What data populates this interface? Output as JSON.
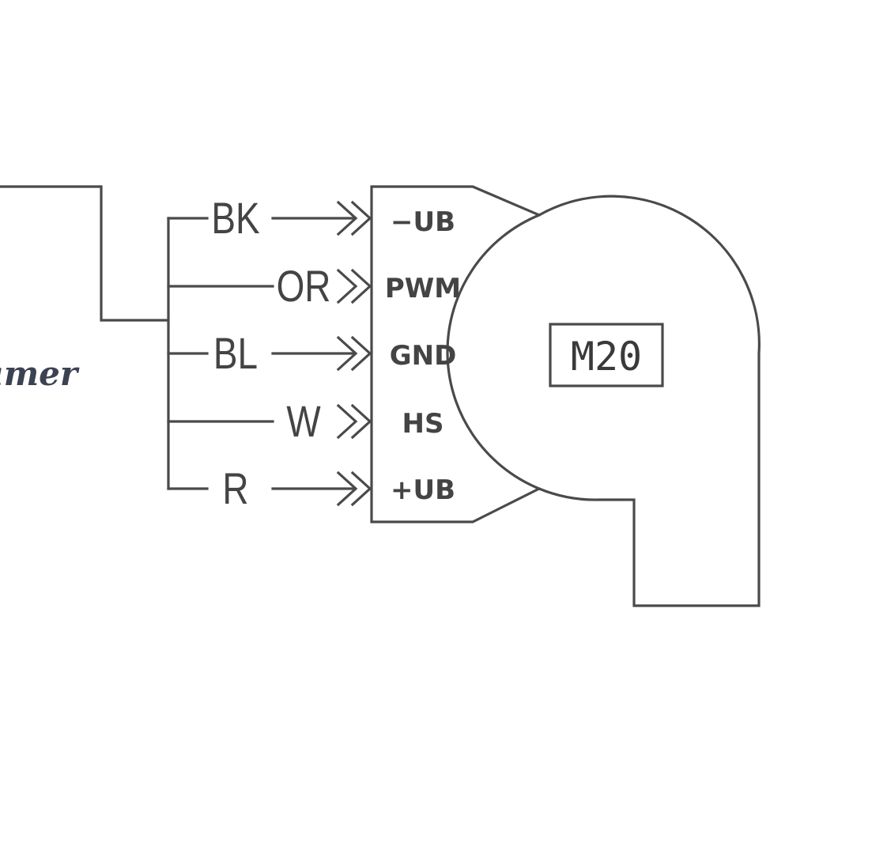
{
  "wires": [
    {
      "color_code": "BK",
      "pin": "−UB"
    },
    {
      "color_code": "OR",
      "pin": "PWM"
    },
    {
      "color_code": "BL",
      "pin": "GND"
    },
    {
      "color_code": "W",
      "pin": "HS"
    },
    {
      "color_code": "R",
      "pin": "+UB"
    }
  ],
  "motor": {
    "label": "M20"
  },
  "side_text": "amer",
  "colors": {
    "line": "#4a4a4a",
    "text": "#444444",
    "side_text": "#3b4252"
  }
}
